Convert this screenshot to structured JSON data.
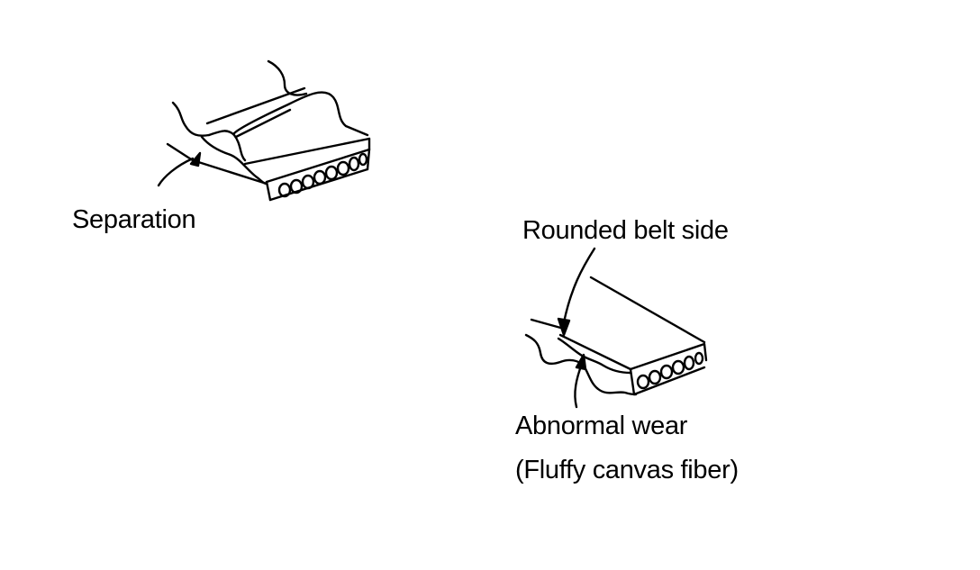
{
  "labels": {
    "separation": "Separation",
    "rounded_belt_side": "Rounded belt side",
    "abnormal_wear": "Abnormal wear",
    "abnormal_wear_note": "(Fluffy canvas fiber)"
  },
  "colors": {
    "ink": "#000000",
    "background": "#ffffff"
  }
}
